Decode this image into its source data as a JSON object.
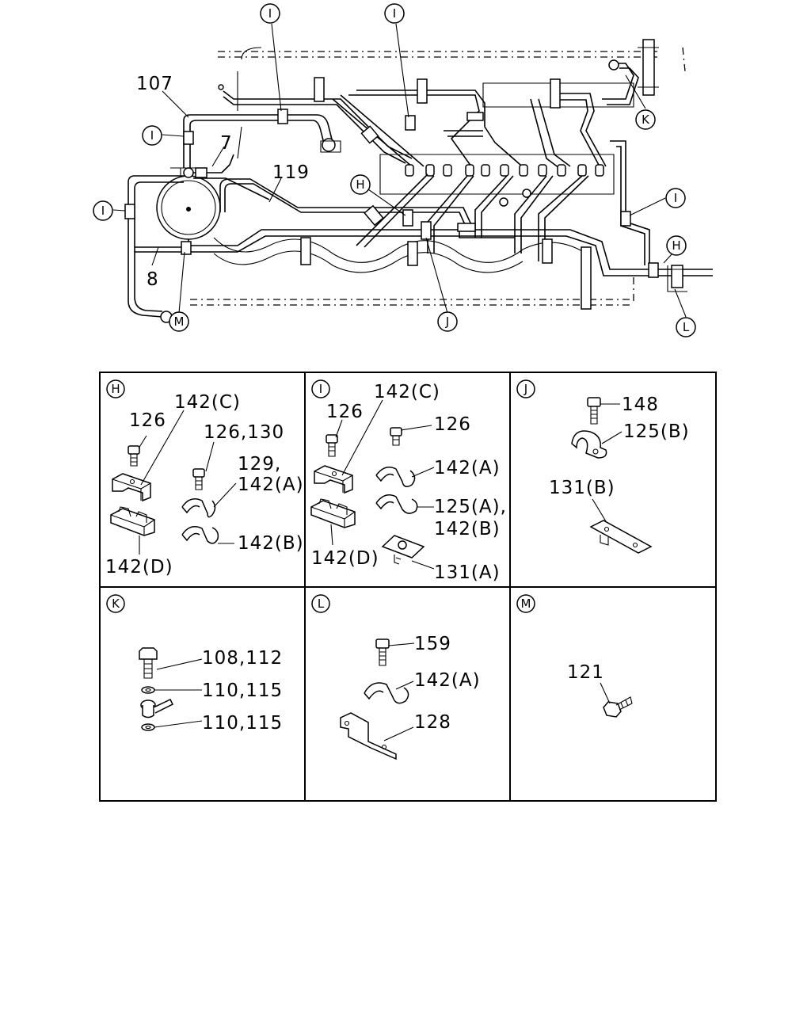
{
  "main_diagram": {
    "callouts": [
      "I",
      "I",
      "I",
      "I",
      "I",
      "K",
      "H",
      "H",
      "J",
      "M",
      "L"
    ],
    "part_numbers": [
      "107",
      "7",
      "119",
      "8"
    ]
  },
  "panels": [
    {
      "letter": "H",
      "labels": [
        "142(C)",
        "126",
        "126,130",
        "129,",
        "142(A)",
        "142(B)",
        "142(D)"
      ]
    },
    {
      "letter": "I",
      "labels": [
        "142(C)",
        "126",
        "126",
        "142(A)",
        "125(A),",
        "142(B)",
        "131(A)",
        "142(D)"
      ]
    },
    {
      "letter": "J",
      "labels": [
        "148",
        "125(B)",
        "131(B)"
      ]
    },
    {
      "letter": "K",
      "labels": [
        "108,112",
        "110,115",
        "110,115"
      ]
    },
    {
      "letter": "L",
      "labels": [
        "159",
        "142(A)",
        "128"
      ]
    },
    {
      "letter": "M",
      "labels": [
        "121"
      ]
    }
  ]
}
